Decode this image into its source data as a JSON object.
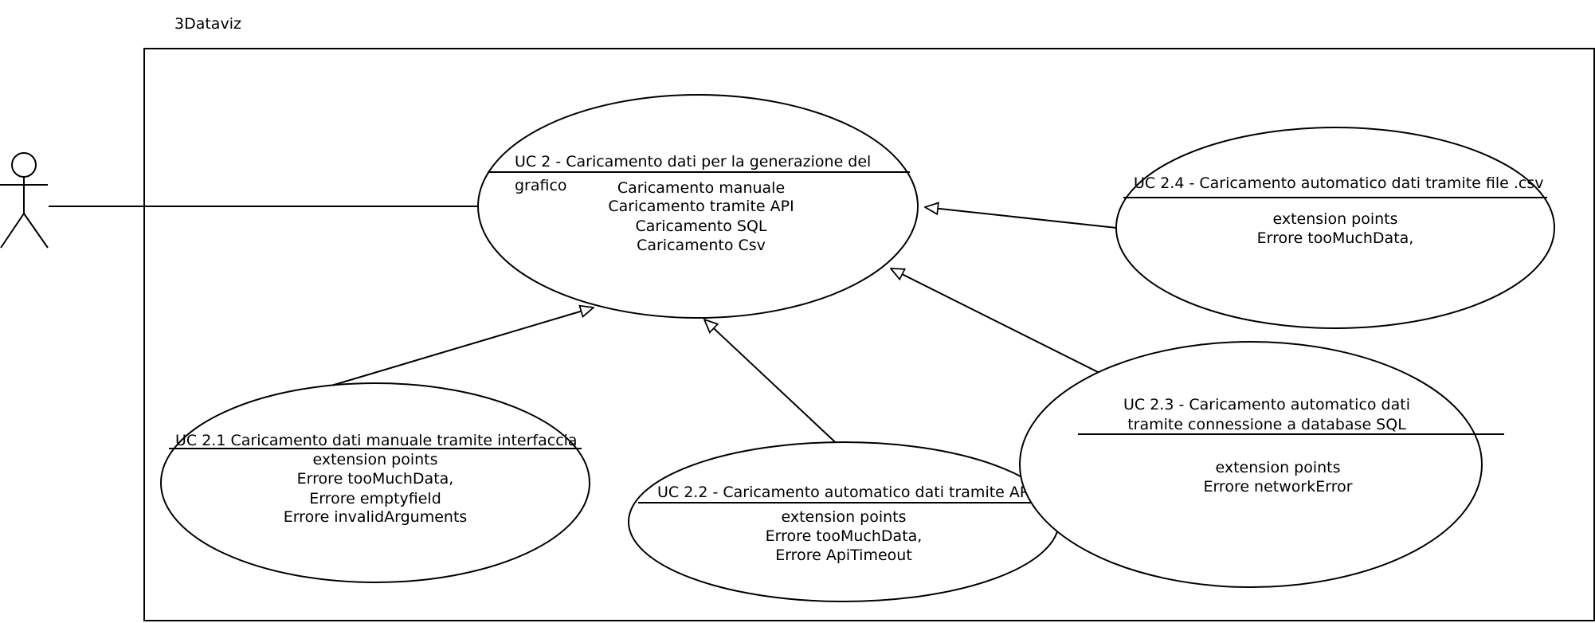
{
  "system": {
    "title": "3Dataviz"
  },
  "use_cases": {
    "uc2": {
      "title_line1": "UC 2 - Caricamento dati per la generazione del",
      "title_line2": "grafico",
      "items": [
        "Caricamento manuale",
        "Caricamento tramite API",
        "Caricamento SQL",
        "Caricamento Csv"
      ]
    },
    "uc24": {
      "title_line1": "UC 2.4 - Caricamento automatico dati tramite file .csv",
      "items": [
        "extension points",
        "Errore tooMuchData,"
      ]
    },
    "uc21": {
      "title_line1": "UC 2.1 Caricamento dati manuale tramite interfaccia",
      "items": [
        "extension points",
        "Errore tooMuchData,",
        "Errore emptyfield",
        "Errore invalidArguments"
      ]
    },
    "uc22": {
      "title_line1": "UC 2.2 - Caricamento automatico dati tramite API",
      "items": [
        "extension points",
        "Errore tooMuchData,",
        "Errore ApiTimeout"
      ]
    },
    "uc23": {
      "title_line1": "UC 2.3 - Caricamento automatico dati",
      "title_line2": "tramite connessione a database SQL",
      "items": [
        "extension points",
        "Errore networkError"
      ]
    }
  }
}
